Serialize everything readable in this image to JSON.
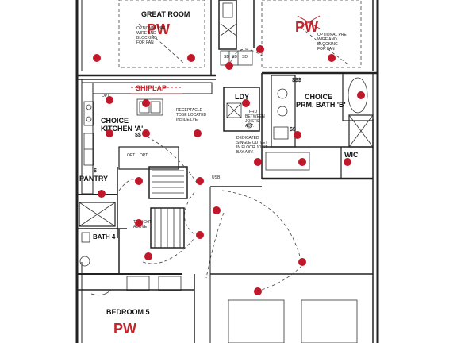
{
  "rooms": {
    "great_room": "GREAT ROOM",
    "kitchen": "CHOICE\nKITCHEN 'A'",
    "laundry": "LDY",
    "bath_b": "CHOICE\nPRM. BATH 'B'",
    "wic": "WIC",
    "pantry": "PANTRY",
    "bath4": "BATH 4",
    "bedroom5": "BEDROOM 5"
  },
  "markers": {
    "pw": "PW",
    "shiplap": "SHIPLAP"
  },
  "notes": {
    "fan_left": "OPTIONAL PRE\nWIRE AND\nBLOCKING\nFOR FAN",
    "fan_right": "OPTIONAL PRE\nWIRE AND\nBLOCKING\nFOR FAN",
    "receptacle": "RECEPTACLE\nTOBE LOCATED\nINSIDE LVE",
    "dedicated": "DEDICATED\nSINGLE OUTLET\nIN FLOOR JOIST\nBAY ABV.",
    "between_joists": "BETWEEN\nJOISTS\nABV.",
    "to_light": "TO LIGHT\nABOVE",
    "sd1": "SD",
    "sd2": "SD",
    "sd3": "SD",
    "ss": "$$",
    "ss2": "$$$",
    "ss3": "$$",
    "s1": "$",
    "usb": "USB",
    "opt1": "OPT",
    "opt2": "OPT",
    "opt3": "OPT",
    "frd": "FRD"
  }
}
